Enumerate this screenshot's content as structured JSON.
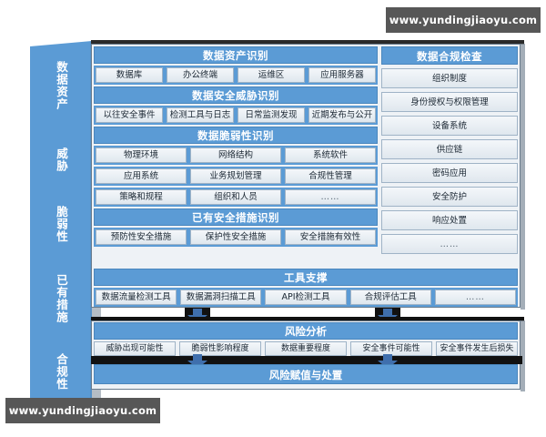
{
  "watermarks": {
    "top": "www.yundingjiaoyu.com",
    "bottom": "www.yundingjiaoyu.com"
  },
  "colors": {
    "accent": "#5b9bd5",
    "chip_border": "#9fb3c6",
    "panel_bg": "#eef2f6",
    "dark_bar": "#111111",
    "arrow": "#3f6fad"
  },
  "spine": {
    "labels": [
      {
        "text": "数据资产"
      },
      {
        "text": "威胁"
      },
      {
        "text": "脆弱性"
      },
      {
        "text": "已有措施"
      },
      {
        "text": "合规性"
      }
    ]
  },
  "left_column": {
    "sections": [
      {
        "title": "数据资产识别",
        "items": [
          "数据库",
          "办公终端",
          "运维区",
          "应用服务器"
        ]
      },
      {
        "title": "数据安全威胁识别",
        "items": [
          "以往安全事件",
          "检测工具与日志",
          "日常监测发现",
          "近期发布与公开"
        ]
      },
      {
        "title": "数据脆弱性识别",
        "rows": [
          [
            "物理环境",
            "网络结构",
            "系统软件"
          ],
          [
            "应用系统",
            "业务规划管理",
            "合规性管理"
          ],
          [
            "策略和规程",
            "组织和人员",
            "……"
          ]
        ]
      },
      {
        "title": "已有安全措施识别",
        "items": [
          "预防性安全措施",
          "保护性安全措施",
          "安全措施有效性"
        ]
      },
      {
        "title": "工具支撑",
        "items": [
          "数据流量检测工具",
          "数据漏洞扫描工具",
          "API检测工具",
          "合规评估工具"
        ]
      }
    ]
  },
  "right_column": {
    "title": "数据合规检查",
    "items": [
      "组织制度",
      "身份授权与权限管理",
      "设备系统",
      "供应链",
      "密码应用",
      "安全防护",
      "响应处置",
      "……"
    ],
    "tool_extra": "……"
  },
  "risk": {
    "title": "风险分析",
    "factors": [
      "威胁出现可能性",
      "脆弱性影响程度",
      "数据重要程度",
      "安全事件可能性",
      "安全事件发生后损失"
    ],
    "footer": "风险赋值与处置"
  },
  "icons": {
    "down_arrow": "down-arrow-icon"
  }
}
